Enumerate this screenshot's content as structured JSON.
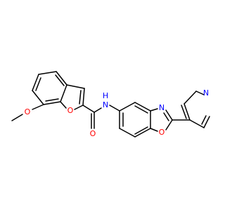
{
  "structure": {
    "atom_labels": {
      "methoxy_o": "O",
      "furan_o": "O",
      "carbonyl_o": "O",
      "amide_n": "N",
      "amide_h": "H",
      "oxazole_n": "N",
      "oxazole_o": "O",
      "pyridine_n": "N"
    },
    "colors": {
      "bond": "#000000",
      "oxygen": "#ff0000",
      "nitrogen": "#0000ff",
      "background": "#ffffff"
    }
  }
}
